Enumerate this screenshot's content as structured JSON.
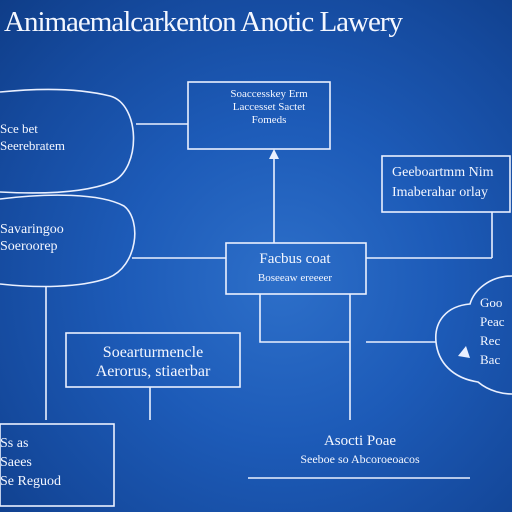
{
  "diagram": {
    "title": "Animaemalcarkenton Anotic Lawery",
    "nodes": {
      "top_box": {
        "lines": [
          "Soaccesskey Erm",
          "Laccesset Sactet",
          "Fomeds"
        ]
      },
      "left_oval_1": {
        "lines": [
          "Sce bet",
          "Seerebratem"
        ]
      },
      "right_box": {
        "lines": [
          "Geeboartmm Nim",
          "Imaberahar orlay"
        ]
      },
      "left_oval_2": {
        "lines": [
          "Savaringoo",
          "Soeroorep"
        ]
      },
      "center_box": {
        "lines": [
          "Facbus coat",
          "Boseeaw ereeeer"
        ]
      },
      "left_box": {
        "lines": [
          "Soearturmencle",
          "Aerorus, stiaerbar"
        ]
      },
      "cloud": {
        "lines": [
          "Goo",
          "Peac",
          "Rec",
          "Bac"
        ]
      },
      "bottom_left": {
        "lines": [
          "Ss as",
          "Saees",
          "Se Reguod"
        ]
      },
      "bottom_label": {
        "lines": [
          "Asocti Poae",
          "Seeboe so Abcoroeoacos"
        ]
      }
    },
    "colors": {
      "background": "#1d5bb8",
      "line": "#eaf0ff",
      "text": "#f4f7ff"
    }
  }
}
